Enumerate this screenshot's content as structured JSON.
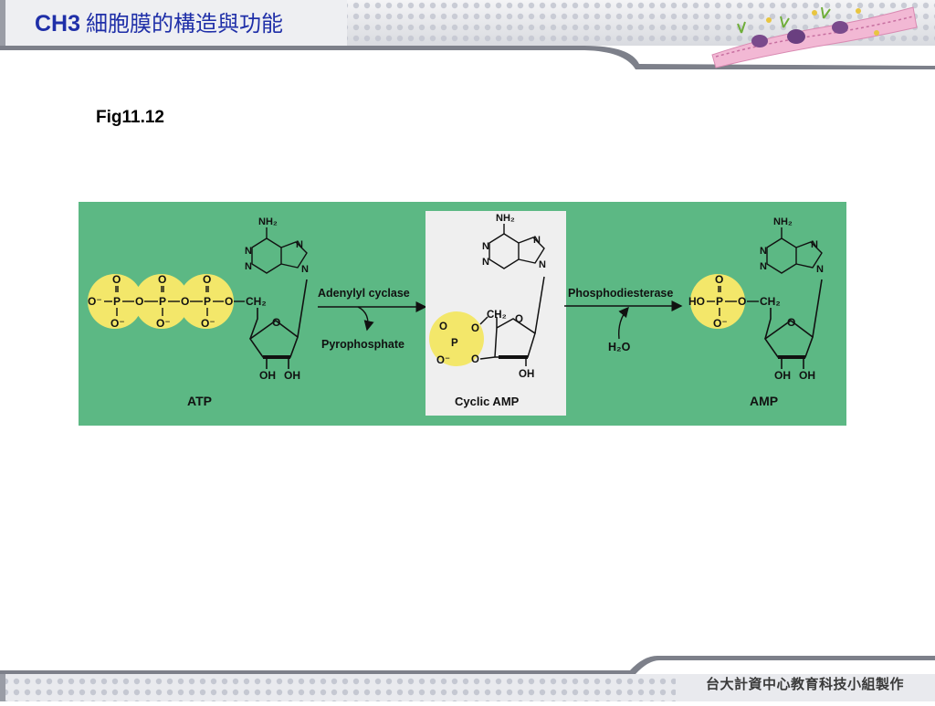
{
  "header": {
    "chapter": "CH3",
    "title": "細胞膜的構造與功能"
  },
  "figure_label": "Fig11.12",
  "diagram": {
    "atp": {
      "name": "ATP",
      "o_minus": "O⁻",
      "o": "O",
      "p": "P",
      "ch2": "CH₂",
      "nh2": "NH₂",
      "n": "N",
      "oh": "OH"
    },
    "reaction1": {
      "enzyme": "Adenylyl cyclase",
      "byproduct": "Pyrophosphate"
    },
    "camp": {
      "name": "Cyclic AMP"
    },
    "reaction2": {
      "enzyme": "Phosphodiesterase",
      "reactant": "H₂O"
    },
    "amp": {
      "name": "AMP",
      "ho": "HO"
    },
    "colors": {
      "background": "#5cb884",
      "phosphate_highlight": "#f3e76a",
      "camp_panel": "#efefef"
    }
  },
  "footer": {
    "credit": "台大計資中心教育科技小組製作"
  }
}
